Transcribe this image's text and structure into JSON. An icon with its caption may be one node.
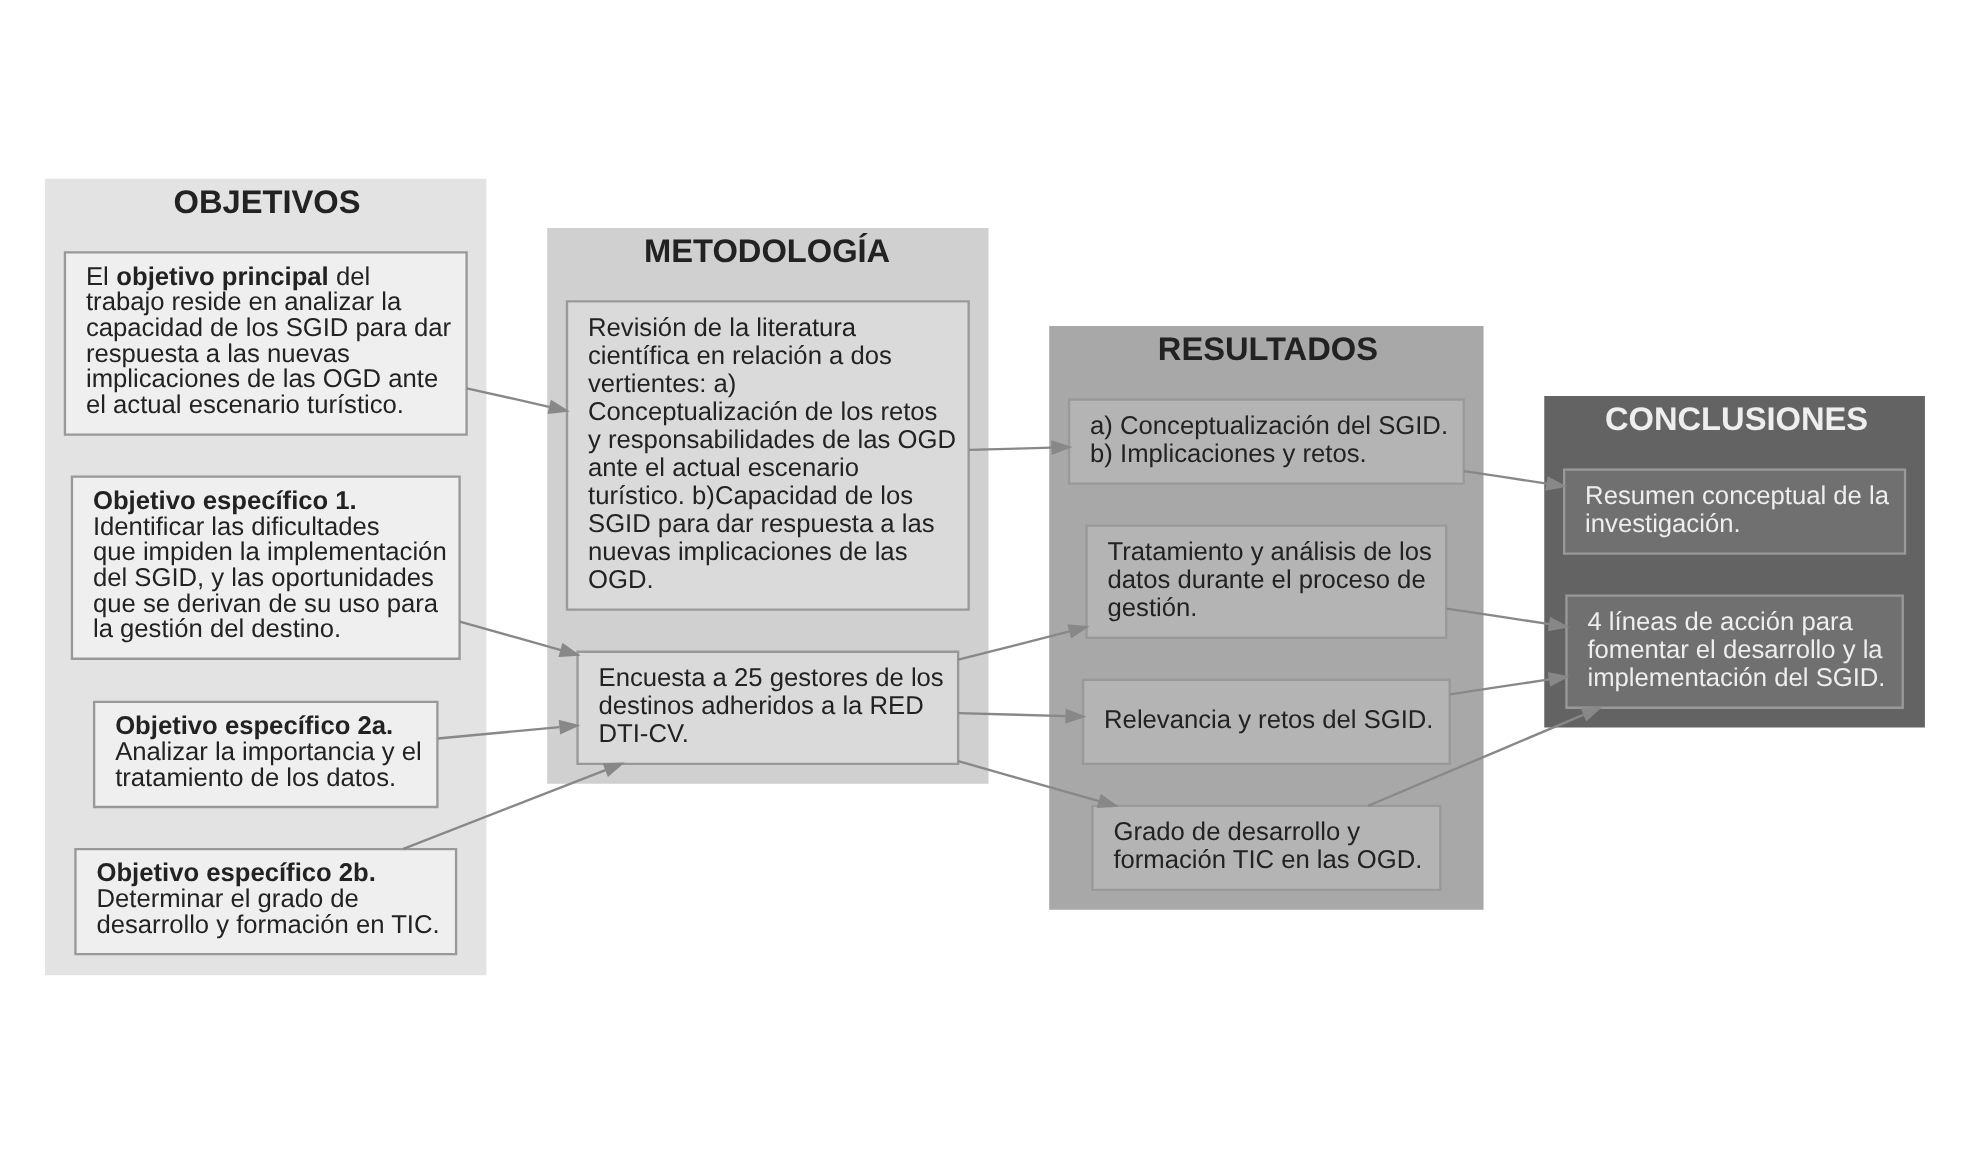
{
  "diagram": {
    "nodes": [
      {
        "text": [
          "OBJETIVOS"
        ]
      },
      {
        "text": [
          "El **objetivo principal** del trabajo reside en analizar la capacidad de los SGID para dar respuesta a las nuevas implicaciones de las OGD ante el actual escenario turístico."
        ],
        "in": 0
      },
      {
        "text": [
          "Objetivo específico 1.",
          "Identificar las dificultades que impiden la implementación del SGID, y las oportunidades que se derivan de su uso para la gestión del destino."
        ],
        "in": 0
      },
      {
        "text": [
          "Objetivo específico 2a.",
          "Analizar la importancia y el tratamiento de los datos."
        ],
        "in": 0
      },
      {
        "text": [
          "Objetivo específico 2b.",
          "Determinar el grado de desarrollo y formación en TIC."
        ],
        "in": 0
      },
      {
        "text": [
          "METODOLOGÍA"
        ]
      },
      {
        "text": [
          "Revisión de la literatura científica en relación a dos vertientes: a) Conceptualización de los retos y responsabilidades de las OGD ante el actual escenario turístico. b)Capacidad de los SGID para dar respuesta a las nuevas implicaciones de las OGD."
        ],
        "in": 5
      },
      {
        "text": [
          "Encuesta a 25 gestores de los destinos adheridos a la RED DTI-CV."
        ],
        "in": 5
      },
      {
        "text": [
          "RESULTADOS"
        ]
      },
      {
        "text": [
          "a) Conceptualización del SGID. b) Implicaciones y retos."
        ],
        "in": 8
      },
      {
        "text": [
          "Tratamiento y análisis de los datos durante el proceso de gestión."
        ],
        "in": 8
      },
      {
        "text": [
          "Relevancia y retos del SGID."
        ],
        "in": 8
      },
      {
        "text": [
          "Grado de desarrollo y formación TIC en las OGD."
        ],
        "in": 8
      },
      {
        "text": [
          "CONCLUSIONES"
        ]
      },
      {
        "text": [
          "Resumen conceptual de la investigación."
        ],
        "in": 13
      },
      {
        "text": [
          "4 líneas de acción para fomentar el desarrollo y la implementación del SGID."
        ],
        "in": 13
      }
    ],
    "edges": [
      {
        "from": 1,
        "to": 6,
        "arrow": "to"
      },
      {
        "from": 2,
        "to": 7,
        "arrow": "to"
      },
      {
        "from": 3,
        "to": 7,
        "arrow": "to"
      },
      {
        "from": 4,
        "to": 7,
        "arrow": "to"
      },
      {
        "from": 6,
        "to": 9,
        "arrow": "to"
      },
      {
        "from": 7,
        "to": 10,
        "arrow": "to"
      },
      {
        "from": 7,
        "to": 11,
        "arrow": "to"
      },
      {
        "from": 7,
        "to": 12,
        "arrow": "to"
      },
      {
        "from": 9,
        "to": 14,
        "arrow": "to"
      },
      {
        "from": 10,
        "to": 15,
        "arrow": "to"
      },
      {
        "from": 11,
        "to": 15,
        "arrow": "to"
      },
      {
        "from": 12,
        "to": 15,
        "arrow": "to"
      }
    ]
  }
}
